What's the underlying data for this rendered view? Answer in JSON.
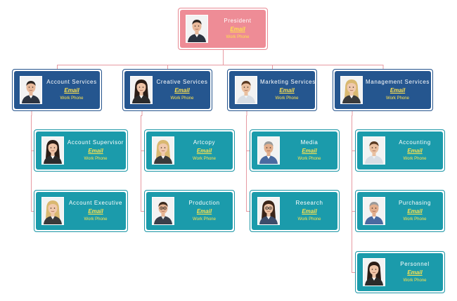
{
  "org": {
    "president": {
      "title": "President",
      "email": "Email",
      "phone": "Work Phone",
      "photo": "man-suit-icon"
    },
    "departments": [
      {
        "title": "Account Services",
        "email": "Email",
        "phone": "Work Phone",
        "photo": "man-suit-icon",
        "staff": [
          {
            "title": "Account Supervisor",
            "email": "Email",
            "phone": "Work Phone",
            "photo": "woman-dark-hair-icon"
          },
          {
            "title": "Account Executive",
            "email": "Email",
            "phone": "Work Phone",
            "photo": "woman-blonde-icon"
          }
        ]
      },
      {
        "title": "Creative Services",
        "email": "Email",
        "phone": "Work Phone",
        "photo": "woman-dark-hair-icon",
        "staff": [
          {
            "title": "Artcopy",
            "email": "Email",
            "phone": "Work Phone",
            "photo": "woman-blonde-icon"
          },
          {
            "title": "Production",
            "email": "Email",
            "phone": "Work Phone",
            "photo": "man-glasses-icon"
          }
        ]
      },
      {
        "title": "Marketing Services",
        "email": "Email",
        "phone": "Work Phone",
        "photo": "man-casual-icon",
        "staff": [
          {
            "title": "Media",
            "email": "Email",
            "phone": "Work Phone",
            "photo": "man-older-icon"
          },
          {
            "title": "Research",
            "email": "Email",
            "phone": "Work Phone",
            "photo": "woman-glasses-icon"
          }
        ]
      },
      {
        "title": "Management Services",
        "email": "Email",
        "phone": "Work Phone",
        "photo": "woman-blonde-icon",
        "staff": [
          {
            "title": "Accounting",
            "email": "Email",
            "phone": "Work Phone",
            "photo": "man-casual-icon"
          },
          {
            "title": "Purchasing",
            "email": "Email",
            "phone": "Work Phone",
            "photo": "man-older-icon"
          },
          {
            "title": "Personnel",
            "email": "Email",
            "phone": "Work Phone",
            "photo": "woman-dark-hair-icon"
          }
        ]
      }
    ]
  },
  "colors": {
    "president_fill": "#ee8c96",
    "department_fill": "#25568f",
    "staff_fill": "#1b9bab",
    "name_text": "#ffffff",
    "contact_text": "#ffe34d",
    "connector": "#e79aa2"
  }
}
